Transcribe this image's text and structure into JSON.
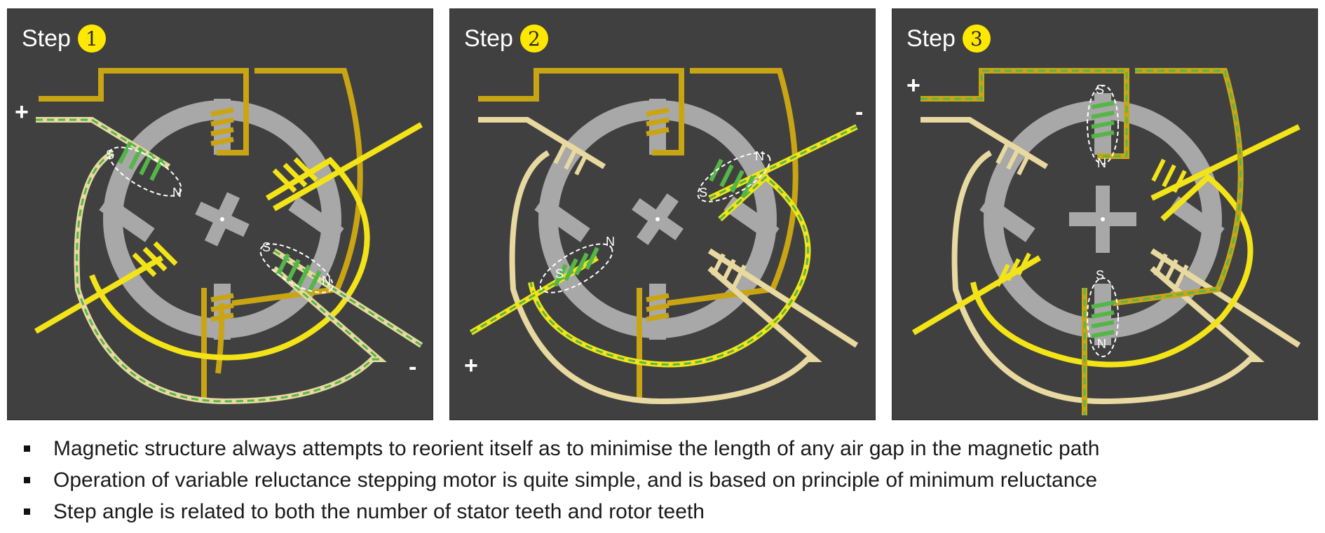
{
  "colors": {
    "panel_bg": "#404040",
    "stator": "#a8a8a8",
    "wire_active": "#f3e418",
    "wire_dark": "#c9a514",
    "wire_pale": "#e8d9a0",
    "flux": "#55b648",
    "badge": "#ffe800"
  },
  "panels": [
    {
      "step_word": "Step",
      "step_number": "1",
      "plus_label": "+",
      "minus_label": "-",
      "pole_labels": [
        {
          "s": "S",
          "n": "N"
        },
        {
          "s": "S",
          "n": "N"
        }
      ]
    },
    {
      "step_word": "Step",
      "step_number": "2",
      "plus_label": "+",
      "minus_label": "-",
      "pole_labels": [
        {
          "s": "S",
          "n": "N"
        },
        {
          "s": "S",
          "n": "N"
        }
      ]
    },
    {
      "step_word": "Step",
      "step_number": "3",
      "plus_label": "+",
      "pole_labels": [
        {
          "s": "S",
          "n": "N"
        },
        {
          "s": "S",
          "n": "N"
        }
      ]
    }
  ],
  "notes": [
    "Magnetic structure always attempts to reorient itself as to minimise the length of any air gap in the magnetic path",
    "Operation of variable reluctance stepping motor is quite simple, and is based on principle of minimum reluctance",
    "Step angle is related to both the number of stator teeth and rotor teeth"
  ]
}
